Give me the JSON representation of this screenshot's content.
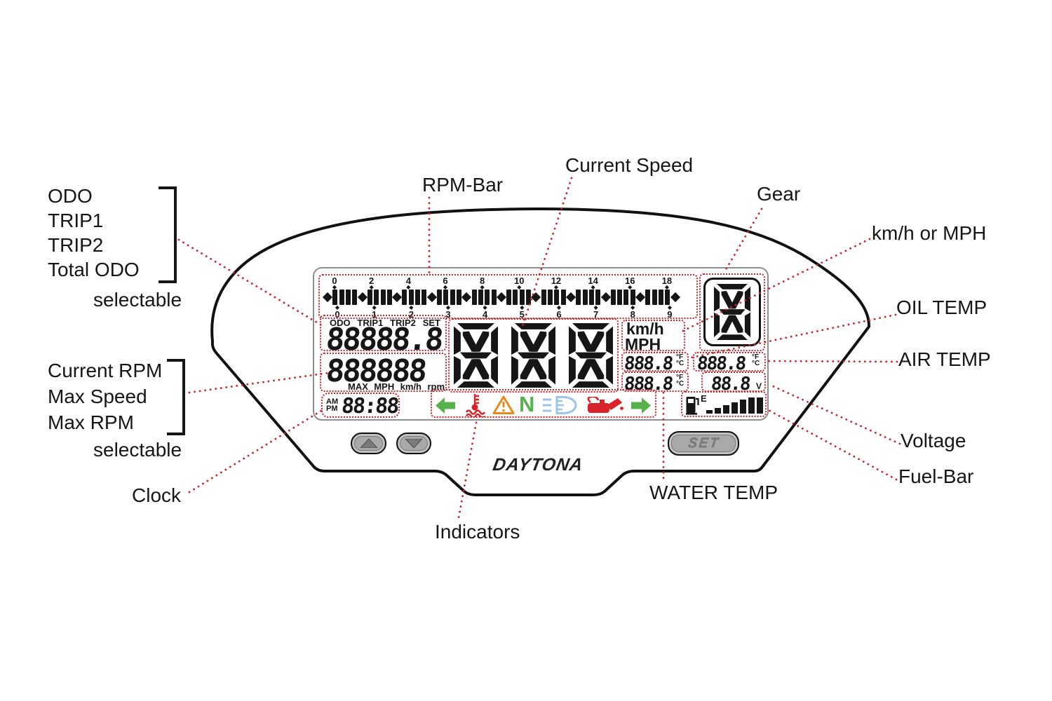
{
  "brand": "DAYTONA",
  "callouts": {
    "odo_group": [
      "ODO",
      "TRIP1",
      "TRIP2",
      "Total ODO"
    ],
    "odo_group_note": "selectable",
    "rpm_group": [
      "Current RPM",
      "Max Speed",
      "Max RPM"
    ],
    "rpm_group_note": "selectable",
    "clock": "Clock",
    "rpm_bar": "RPM-Bar",
    "current_speed": "Current Speed",
    "gear": "Gear",
    "kmh_or_mph": "km/h or MPH",
    "oil_temp": "OIL TEMP",
    "air_temp": "AIR TEMP",
    "voltage": "Voltage",
    "fuel_bar": "Fuel-Bar",
    "water_temp": "WATER TEMP",
    "indicators": "Indicators"
  },
  "lcd": {
    "rpm_ticks_top": [
      "0",
      "2",
      "4",
      "6",
      "8",
      "10",
      "12",
      "14",
      "16",
      "18"
    ],
    "rpm_ticks_bottom": [
      "0",
      "1",
      "2",
      "3",
      "4",
      "5",
      "6",
      "7",
      "8",
      "9"
    ],
    "rpm_bar_groups": 10,
    "odo_mode_labels": [
      "ODO",
      "TRIP1",
      "TRIP2",
      "SET"
    ],
    "odo_value": "88888.8",
    "trip_value": "888888",
    "trip_unit_labels": [
      "MAX",
      "MPH",
      "km/h",
      "rpm"
    ],
    "speed_value": "888",
    "speed_unit_top": "km/h",
    "speed_unit_bottom": "MPH",
    "gear_value": "8",
    "oil_temp_value": "888.8",
    "water_temp_value": "888.8",
    "air_temp_value": "888.8",
    "temp_unit_top": "°F",
    "temp_unit_bottom": "°C",
    "voltage_value": "88.8",
    "voltage_unit": "V",
    "clock_am": "AM",
    "clock_pm": "PM",
    "clock_value": "88:88",
    "fuel_empty_label": "E",
    "fuel_bar_heights": [
      5,
      8,
      12,
      16,
      20,
      23,
      23
    ],
    "neutral_glyph": "N",
    "indicator_icons": [
      "turn-left",
      "water-temp-warning",
      "hazard-warning",
      "neutral",
      "high-beam",
      "oil-pressure",
      "turn-right"
    ]
  },
  "buttons": {
    "set_label": "SET",
    "up": "up-arrow-button",
    "down": "down-arrow-button"
  },
  "colors": {
    "callout": "#c9252b",
    "ink": "#161616",
    "lcd_frame": "#8f8f8f",
    "button_fill": "#a9a9a9",
    "button_glyph": "#7a7a7a",
    "indicator_green": "#57b14c",
    "indicator_orange": "#e8891d",
    "indicator_blue": "#9cc3e8",
    "indicator_red": "#d8232a"
  }
}
